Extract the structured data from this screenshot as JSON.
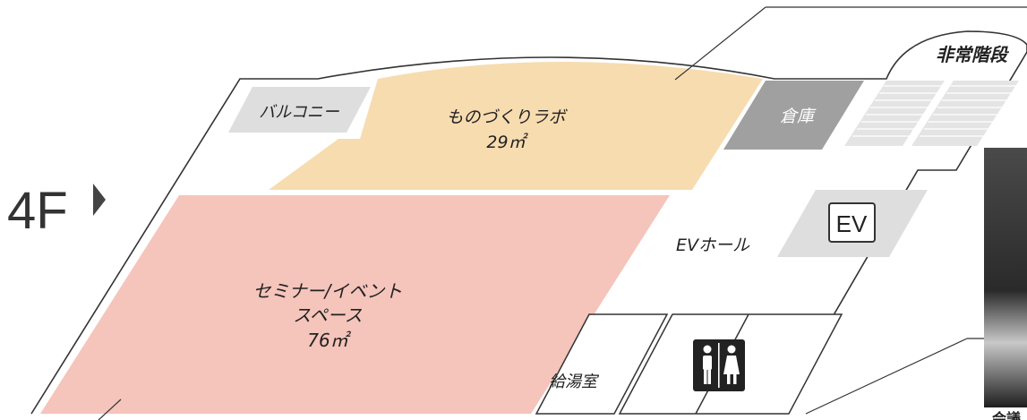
{
  "floor": {
    "label": "4F"
  },
  "rooms": {
    "balcony": "バルコニー",
    "lab_name": "ものづくりラボ",
    "lab_area": "29㎡",
    "storage": "倉庫",
    "stairs": "非常階段",
    "seminar_line1": "セミナー/イベント",
    "seminar_line2": "スペース",
    "seminar_area": "76㎡",
    "ev_hall": "EVホール",
    "ev_icon_text": "EV",
    "kitchen": "給湯室"
  },
  "photo_caption": "会議",
  "colors": {
    "lab": "#f7dcb0",
    "seminar": "#f5c4bb",
    "storage": "#a0a0a0",
    "light_gray": "#dedede",
    "stairs": "#e4e4e4",
    "outline": "#333333"
  },
  "icons": [
    "restroom-icon",
    "ev-icon",
    "arrow-right-icon"
  ]
}
